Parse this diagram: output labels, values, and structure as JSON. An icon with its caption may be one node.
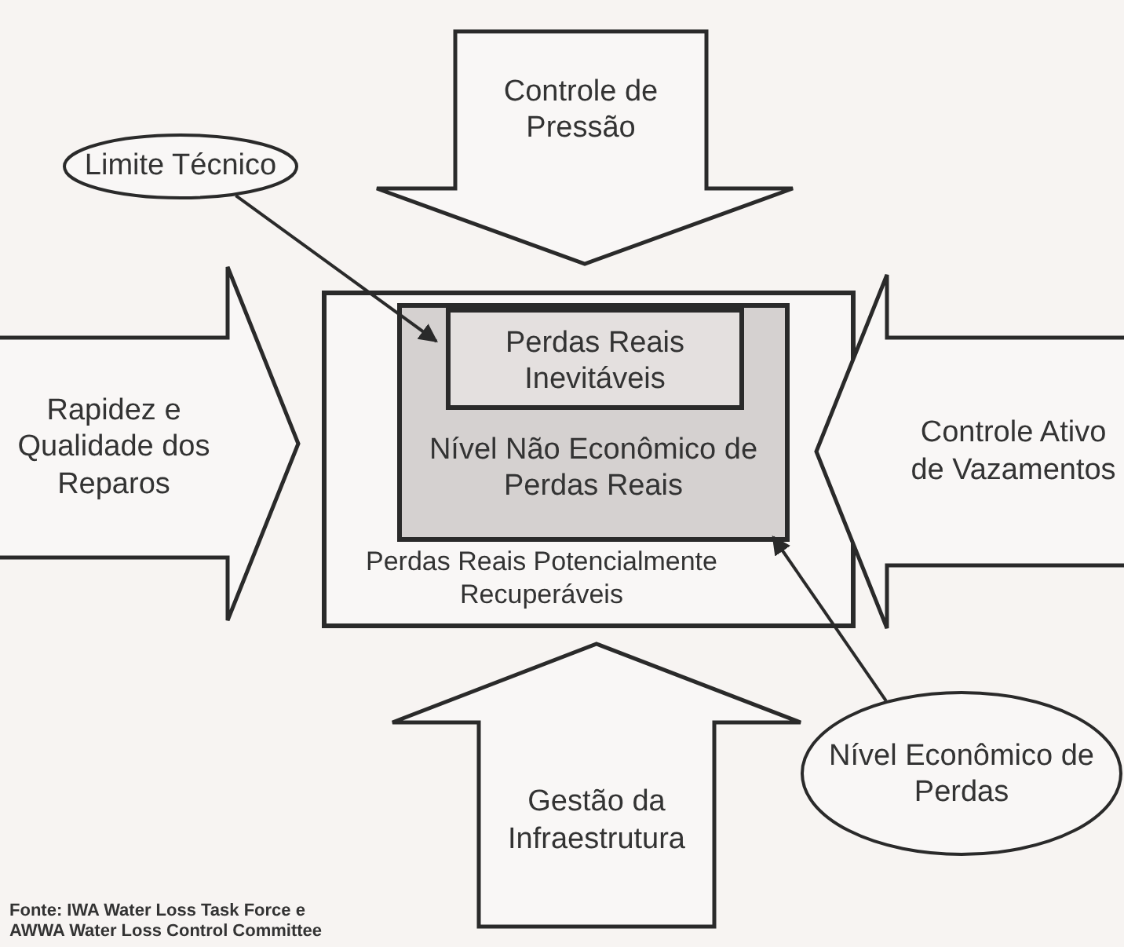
{
  "diagram": {
    "nodes": [
      {
        "text": [
          "Perdas Reais Potencialmente Recuperáveis"
        ]
      },
      {
        "text": [
          "Nível Não Econômico de Perdas Reais"
        ],
        "in": 0
      },
      {
        "text": [
          "Perdas Reais Inevitáveis"
        ],
        "in": 1
      },
      {
        "text": [
          "Limite Técnico"
        ]
      },
      {
        "text": [
          "Nível Econômico de Perdas"
        ]
      },
      {
        "text": [
          "Controle de Pressão"
        ]
      },
      {
        "text": [
          "Rapidez e Qualidade dos Reparos"
        ]
      },
      {
        "text": [
          "Controle Ativo de Vazamentos"
        ]
      },
      {
        "text": [
          "Gestão da Infraestrutura"
        ]
      }
    ],
    "edges": [
      {
        "from": 3,
        "to": 2,
        "arrow": "to"
      },
      {
        "from": 4,
        "to": 1,
        "arrow": "to"
      }
    ],
    "labels": [
      "Fonte: IWA Water Loss Task Force e AWWA Water Loss Control Committee"
    ]
  }
}
